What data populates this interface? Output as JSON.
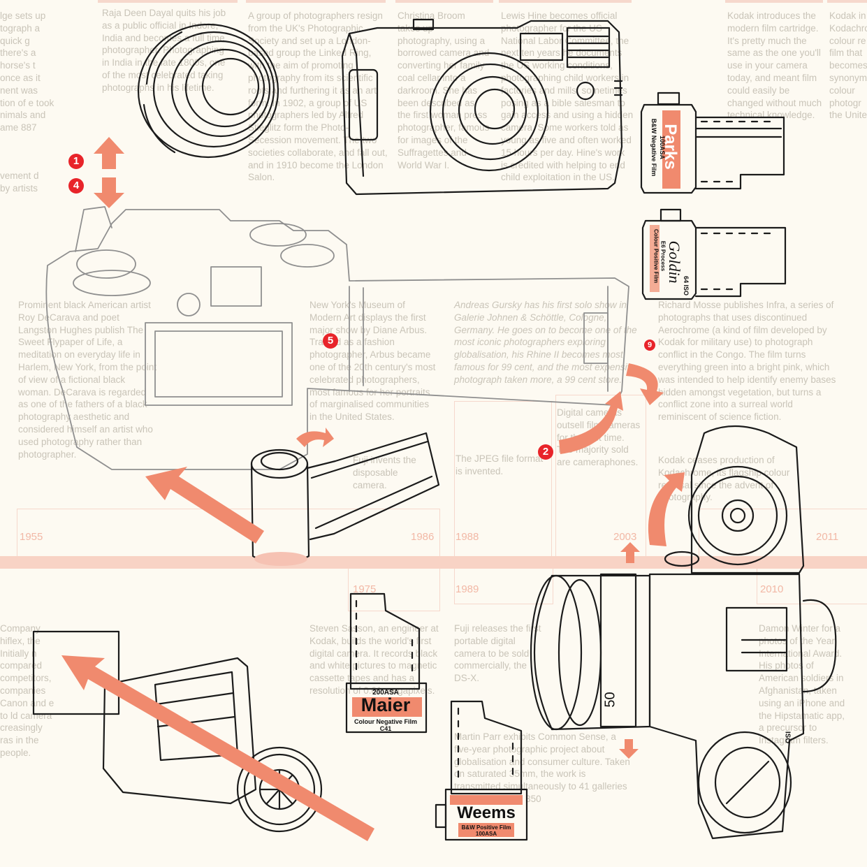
{
  "colors": {
    "accent": "#f08a6e",
    "marker": "#e8242a",
    "ink": "#1b1b1b",
    "background": "#fdfaf2",
    "timeline": "#f8d3c5",
    "faint_text": "#c9c4b8",
    "year_text": "#f2b8a6"
  },
  "markers": {
    "m1": "1",
    "m4": "4",
    "m5": "5",
    "m2": "2",
    "m9": "9"
  },
  "years": {
    "y1955": "1955",
    "y1986": "1986",
    "y1988": "1988",
    "y2003": "2003",
    "y2011": "2011",
    "y1975": "1975",
    "y1989": "1989",
    "y2010": "2010"
  },
  "film": {
    "parks_brand": "Parks",
    "parks_line1": "B&W Negative Film",
    "parks_line2": "100ASA",
    "goldin_brand": "Goldin",
    "goldin_line1": "Colour Positive Film",
    "goldin_line2": "E6 Process",
    "goldin_iso": "64 ISO",
    "maier_asa": "200ASA",
    "maier_brand": "Maier",
    "maier_line1": "Colour Negative Film",
    "maier_line2": "C41",
    "weems_brand": "Weems",
    "weems_line1": "B&W Positive Film",
    "weems_line2": "100ASA"
  },
  "lens_labels": {
    "focal": "50",
    "iso": "ISO"
  },
  "bg_text": {
    "t_left1": "lge sets up tograph a quick g there's a horse's t once as it nent was tion of e took nimals and ame 887",
    "t_left2": "vement d by artists",
    "t_raja": "Raja Deen Dayal quits his job as a public official in Indore, India and becomes a full time photographer. Photographing in India in the late 1800s, one of the most celebrated taking photographs in his lifetime.",
    "t_society": "A group of photographers resign from the UK's Photographic Society and set up a London-based group the Linked Ring, with the aim of promoting photography from its scientific roots and furthering it as an art form. In 1902, a group of US photographers led by Alfred Stieglitz form the Photo-Secession movement. The two societies collaborate, and fall out, and in 1910 become the London Salon.",
    "t_broom": "Christina Broom takes up photography, using a borrowed camera and converting her family coal cellar into a darkroom. She has been described as the first woman press photographer, famous for images of the Suffragettes and World War I.",
    "t_hine": "Lewis Hine becomes official photographer for the US National Labor Committee, the next ten years he documents the US working conditions, photographing child workers in factories and mills, sometimes posing as a bible salesman to gain access and using a hidden camera. Some workers told as young as five and often worked 15 hours per day. Hine's work is credited with helping to end child exploitation in the US.",
    "t_kodak1": "Kodak introduces the modern film cartridge. It's pretty much the same as the one you'll use in your camera today, and meant film could easily be changed without much technical knowledge.",
    "t_kodak2": "Kodak in Kodachrome colour re film that becomes synonym colour photogr the Unite",
    "t_decarava": "Prominent black American artist Roy DeCarava and poet Langston Hughes publish The Sweet Flypaper of Life, a meditation on everyday life in Harlem, New York, from the point of view of a fictional black woman. DeCarava is regarded as one of the fathers of a black photography aesthetic and considered himself an artist who used photography rather than photographer.",
    "t_moma": "New York's Museum of Modern Art displays the first major show by Diane Arbus. Trained as a fashion photographer, Arbus became one of the 20th century's most celebrated photographers, most famous for her portraits of marginalised communities in the United States.",
    "t_gursky": "Andreas Gursky has his first solo show in Galerie Johnen & Schöttle, Cologne, Germany. He goes on to become one of the most iconic photographers exploring globalisation, his Rhine II becomes most famous for 99 cent, and the most expensive photograph taken more, a 99 cent store.",
    "t_mosse": "Richard Mosse publishes Infra, a series of photographs that uses discontinued Aerochrome (a kind of film developed by Kodak for military use) to photograph conflict in the Congo. The film turns everything green into a bright pink, which was intended to help identify enemy bases hidden amongst vegetation, but turns a conflict zone into a surreal world reminiscent of science fiction.",
    "t_disposable": "Fuji invents the disposable camera.",
    "t_jpeg": "The JPEG file format is invented.",
    "t_digital": "Digital cameras outsell film cameras for the first time. The majority sold are cameraphones.",
    "t_kodak3": "Kodak ceases production of Kodachrome, its flagship colour reversal since the advent of photography.",
    "t_company": "Company hiflex, the Initially n compared competitors, companies Canon and e to ld camera creasingly ras in the people.",
    "t_sasson": "Steven Sasson, an engineer at Kodak, builds the world's first digital camera. It records black and white pictures to magnetic cassette tapes and has a resolution of 0.01 megapixels.",
    "t_fuji": "Fuji releases the first portable digital camera to be sold commercially, the DS-X.",
    "t_parr": "Martin Parr exhibits Common Sense, a five-year photographic project about globalisation and consumer culture. Taken on saturated 35mm, the work is transmitted simultaneously to 41 galleries and exhibited as 350",
    "t_damon": "Damon Winter for a photos of the Year International Award. His photos of American soldiers in Afghanistan, taken using an iPhone and the Hipstamatic app, a precursor to Instagram filters."
  }
}
